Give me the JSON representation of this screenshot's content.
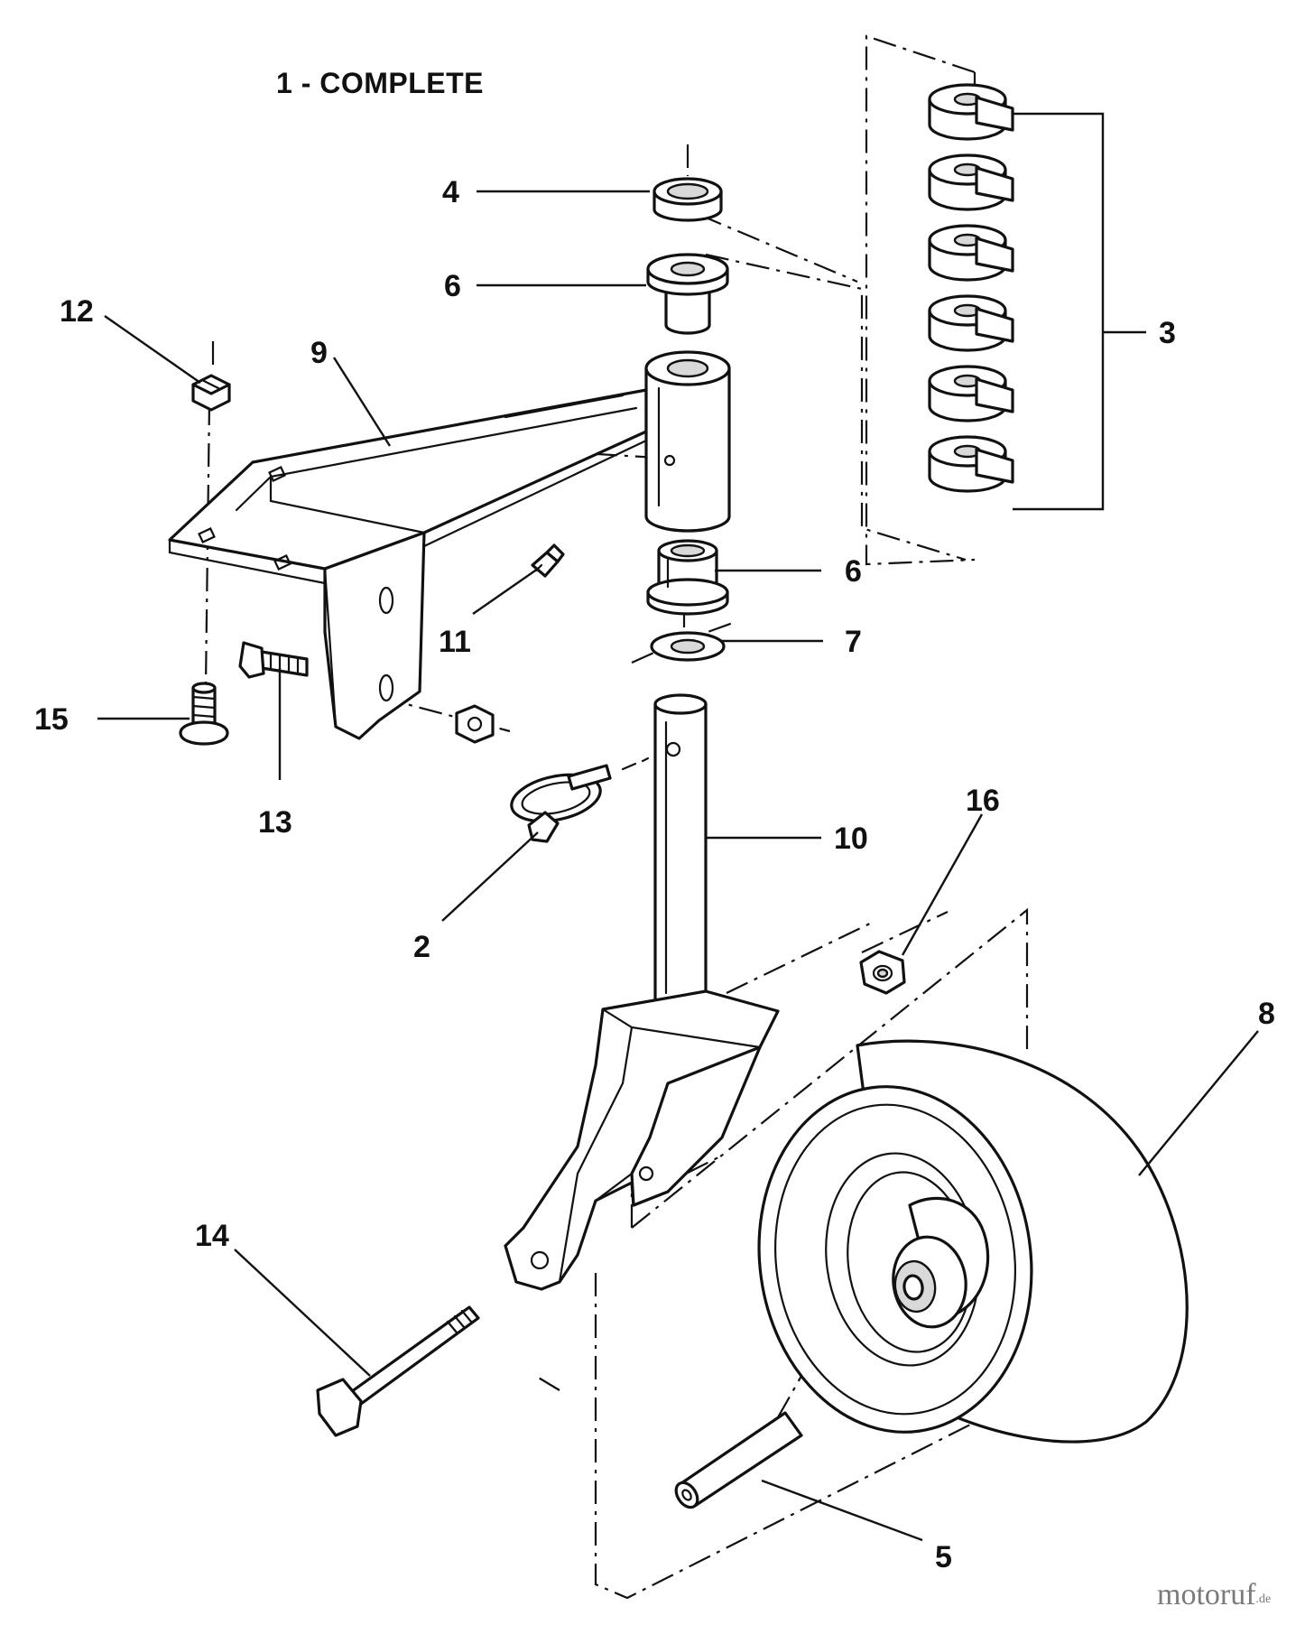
{
  "title": "1 - COMPLETE",
  "watermark": {
    "name": "motoruf",
    "tld": ".de"
  },
  "callouts": {
    "p2": "2",
    "p3": "3",
    "p4": "4",
    "p5": "5",
    "p6a": "6",
    "p6b": "6",
    "p7": "7",
    "p8": "8",
    "p9": "9",
    "p10": "10",
    "p11": "11",
    "p12": "12",
    "p13": "13",
    "p14": "14",
    "p15": "15",
    "p16": "16"
  },
  "colors": {
    "ink": "#111111",
    "paper": "#ffffff",
    "watermark": "#7a7a7a"
  }
}
